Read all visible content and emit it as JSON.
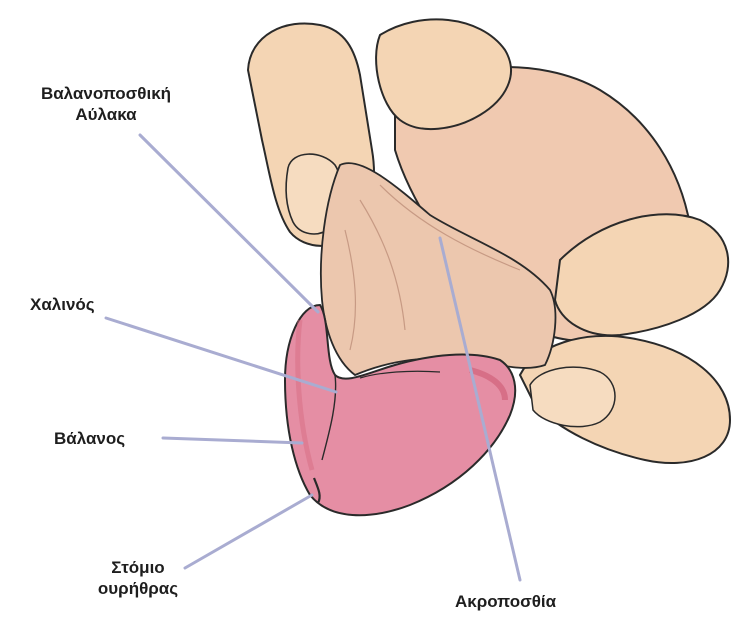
{
  "labels": {
    "coronal_sulcus": {
      "line1": "Βαλανοποσθική",
      "line2": "Αύλακα"
    },
    "frenulum": "Χαλινός",
    "glans": "Βάλανος",
    "urethral_meatus": {
      "line1": "Στόμιο",
      "line2": "ουρήθρας"
    },
    "foreskin": "Ακροποσθία"
  },
  "colors": {
    "skin": "#f2d6b8",
    "foreskin": "#ecc7ae",
    "glans": "#e58ea4",
    "glans_dark": "#d5697f",
    "outline": "#2a2a2a",
    "leader": "#a9acd1"
  }
}
